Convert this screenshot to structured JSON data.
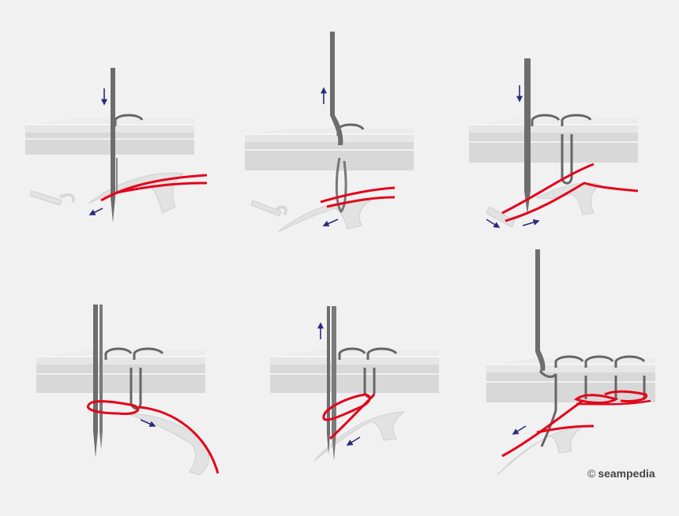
{
  "credit": {
    "copyright_symbol": "©",
    "brand": "seampedia"
  },
  "colors": {
    "background": "#f1f1f1",
    "fabric_top": "#e4e4e4",
    "fabric_front": "#d6d6d6",
    "fabric_line": "#ffffff",
    "needle": "#6d6d6d",
    "needle_thread": "#666666",
    "looper_thread": "#e3051b",
    "looper": "#e2e2e2",
    "arrow": "#2b2a7a"
  },
  "steps": [
    {
      "id": 1,
      "needle_direction": "down",
      "looper_direction": "left"
    },
    {
      "id": 2,
      "needle_direction": "up",
      "looper_direction": "left"
    },
    {
      "id": 3,
      "needle_direction": "down",
      "spreader_direction": "right"
    },
    {
      "id": 4,
      "needle_direction": "none",
      "looper_direction": "right"
    },
    {
      "id": 5,
      "needle_direction": "up",
      "looper_direction": "left"
    },
    {
      "id": 6,
      "needle_direction": "none",
      "looper_direction": "left"
    }
  ]
}
